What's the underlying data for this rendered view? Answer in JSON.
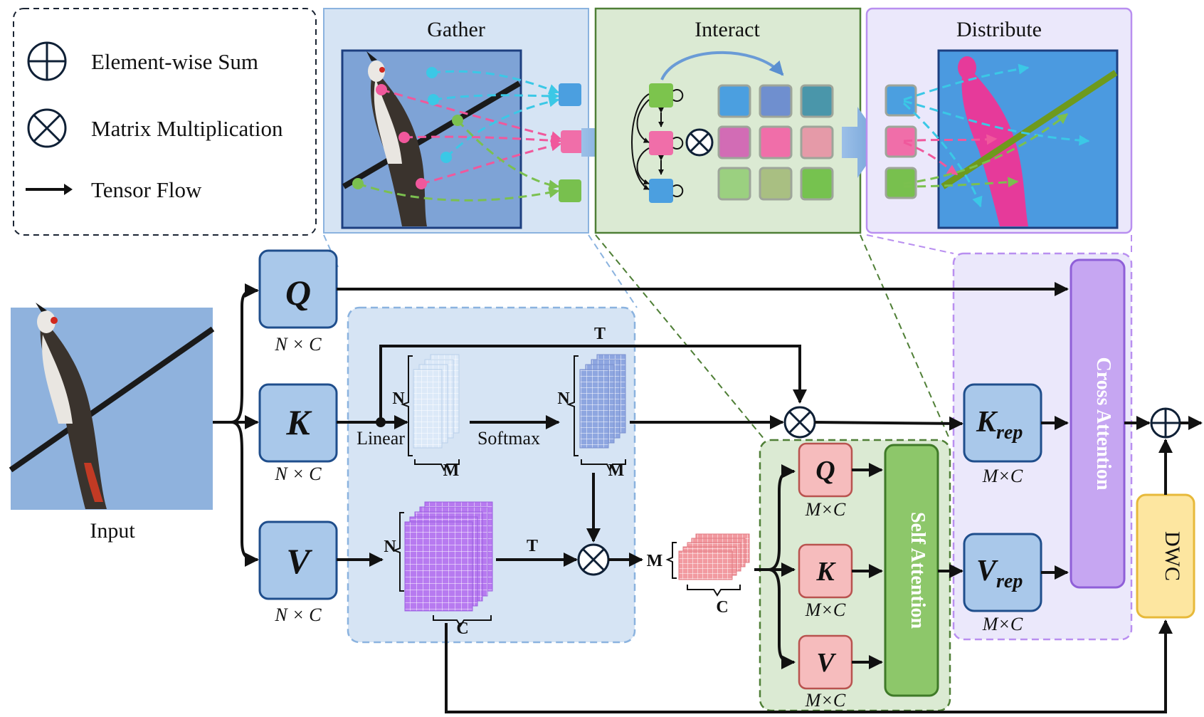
{
  "legend": {
    "sum": "Element-wise Sum",
    "matmul": "Matrix Multiplication",
    "flow": "Tensor Flow"
  },
  "panels": {
    "gather": "Gather",
    "interact": "Interact",
    "distribute": "Distribute"
  },
  "input_label": "Input",
  "proj": {
    "q": "Q",
    "k": "K",
    "v": "V",
    "q_dim": "N × C",
    "k_dim": "N × C",
    "v_dim": "N × C"
  },
  "ops": {
    "linear": "Linear",
    "softmax": "Softmax",
    "t_top": "T",
    "t_mid": "T"
  },
  "tensor_labels": {
    "n1": "N",
    "m1": "M",
    "n2": "N",
    "m2": "M",
    "n3": "N",
    "c3": "C",
    "m4": "M",
    "c4": "C"
  },
  "self_attn": {
    "q": "Q",
    "k": "K",
    "v": "V",
    "q_dim": "M×C",
    "k_dim": "M×C",
    "v_dim": "M×C",
    "block": "Self  Attention"
  },
  "reps": {
    "k_main": "K",
    "k_sub": "rep",
    "k_dim": "M×C",
    "v_main": "V",
    "v_sub": "rep",
    "v_dim": "M×C"
  },
  "cross_attn": "Cross  Attention",
  "dwc": "DWC",
  "colors": {
    "blue_panel": "#d6e4f4",
    "green_panel": "#dbead3",
    "purple_panel": "#ebe8fb",
    "proj_box": "#a9c8ea",
    "pink_box": "#f6bcbd",
    "self_attn": "#8dc76a",
    "cross_attn": "#c6a6f2",
    "dwc": "#fde6a0"
  }
}
